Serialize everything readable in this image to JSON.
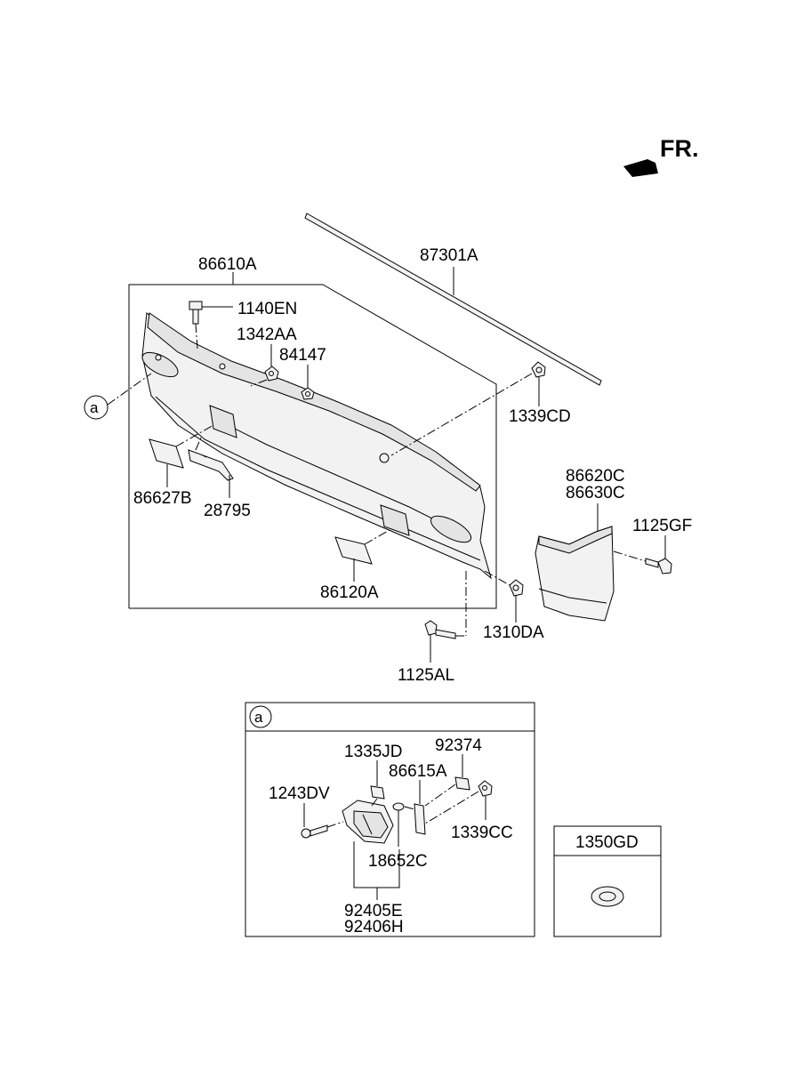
{
  "direction": {
    "label": "FR."
  },
  "parts": {
    "p87301A": "87301A",
    "p86610A": "86610A",
    "p1140EN": "1140EN",
    "p1342AA": "1342AA",
    "p84147": "84147",
    "p1339CD": "1339CD",
    "p86627B": "86627B",
    "p28795": "28795",
    "p86120A": "86120A",
    "p86620C": "86620C",
    "p86630C": "86630C",
    "p1125GF": "1125GF",
    "p1310DA": "1310DA",
    "p1125AL": "1125AL"
  },
  "callout": {
    "marker": "a"
  },
  "detail": {
    "marker": "a",
    "p1335JD": "1335JD",
    "p92374": "92374",
    "p86615A": "86615A",
    "p1243DV": "1243DV",
    "p1339CC": "1339CC",
    "p18652C": "18652C",
    "p92405E": "92405E",
    "p92406H": "92406H"
  },
  "accessory": {
    "p1350GD": "1350GD"
  },
  "icons": {
    "direction": "arrow-right-icon",
    "callout": "circle-letter-icon"
  }
}
